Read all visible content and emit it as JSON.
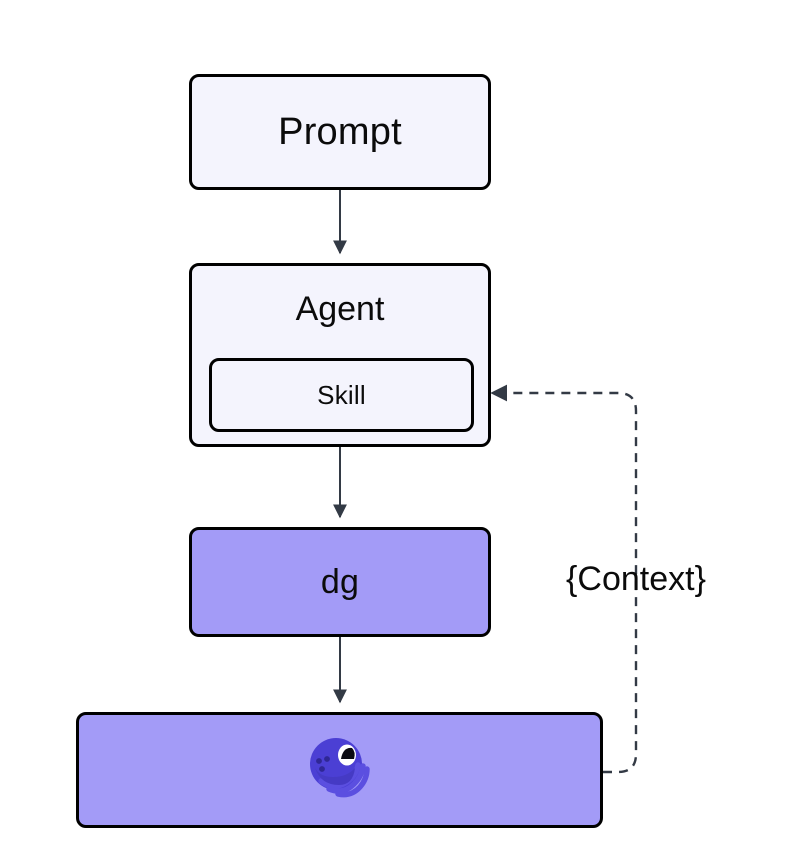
{
  "diagram": {
    "type": "flowchart",
    "direction": "top-down",
    "background": "#ffffff",
    "nodes": [
      {
        "id": "prompt",
        "label": "Prompt",
        "shape": "rounded-rectangle",
        "fill": "#f4f4fd",
        "stroke": "#000000"
      },
      {
        "id": "agent",
        "label": "Agent",
        "shape": "rounded-rectangle",
        "fill": "#f4f4fd",
        "stroke": "#000000",
        "children": [
          {
            "id": "skill",
            "label": "Skill",
            "shape": "rounded-rectangle",
            "fill": "#f4f4fd",
            "stroke": "#000000"
          }
        ]
      },
      {
        "id": "dg",
        "label": "dg",
        "shape": "rounded-rectangle",
        "fill": "#a39bf7",
        "stroke": "#000000"
      },
      {
        "id": "octopus",
        "label": "",
        "icon": "octopus-icon",
        "shape": "rounded-rectangle",
        "fill": "#a39bf7",
        "stroke": "#000000",
        "icon_colors": {
          "body": "#4b3fd4",
          "tentacles": "#5b4fe0",
          "eye": "#ffffff",
          "pupil": "#0b0b12"
        }
      }
    ],
    "edges": [
      {
        "from": "prompt",
        "to": "agent",
        "style": "solid",
        "arrow": "triangle",
        "label": ""
      },
      {
        "from": "agent",
        "to": "dg",
        "style": "solid",
        "arrow": "triangle",
        "label": ""
      },
      {
        "from": "dg",
        "to": "octopus",
        "style": "solid",
        "arrow": "triangle",
        "label": ""
      },
      {
        "from": "octopus",
        "to": "skill",
        "style": "dashed",
        "arrow": "triangle",
        "label": "{Context}"
      }
    ],
    "edge_label": "{Context}",
    "colors": {
      "edge_stroke": "#333a45",
      "node_stroke": "#000000",
      "light_fill": "#f4f4fd",
      "purple_fill": "#a39bf7",
      "text": "#0b0b0b"
    }
  }
}
